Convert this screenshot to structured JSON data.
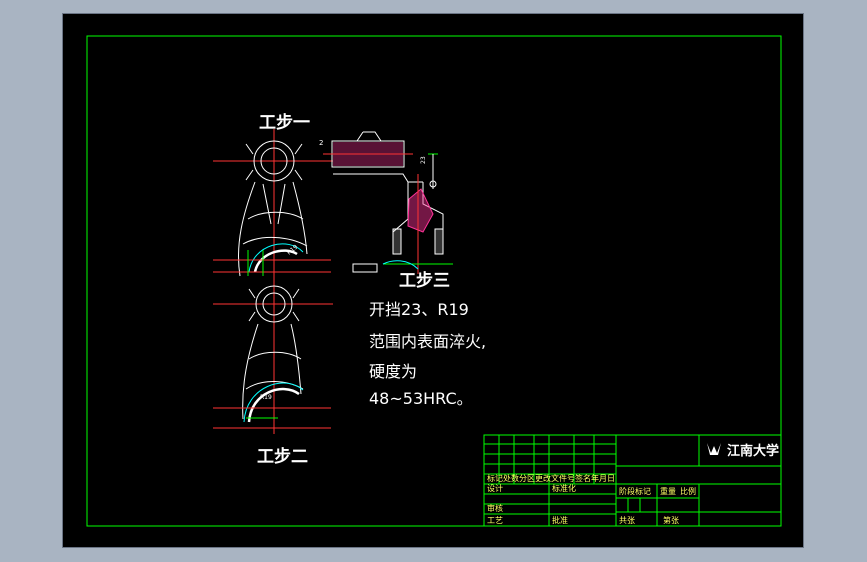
{
  "colors": {
    "background": "#000000",
    "frame": "#00ff00",
    "outline": "#ffffff",
    "hatch": "#ff3399",
    "dimension": "#ff3333",
    "centerline": "#ff3333",
    "title_text": "#ffff66"
  },
  "drawing": {
    "step1_label": "工步一",
    "step2_label": "工步二",
    "step3_label": "工步三",
    "note_line1": "开挡23、R19",
    "note_line2": "范围内表面淬火,",
    "note_line3": "硬度为",
    "note_line4": "48~53HRC。",
    "dim_r19_a": "R19",
    "dim_r19_b": "R19",
    "dim_23": "23",
    "dim_2": "2"
  },
  "title_block": {
    "university": "江南大学",
    "row1": "标记处数分区更改文件号签名年月日",
    "design": "设计",
    "standardize": "标准化",
    "stage_mark": "阶段标记",
    "weight": "重量",
    "scale": "比例",
    "review": "审核",
    "process": "工艺",
    "approve": "批准",
    "total_sheets": "共张",
    "sheet_no": "第张"
  }
}
